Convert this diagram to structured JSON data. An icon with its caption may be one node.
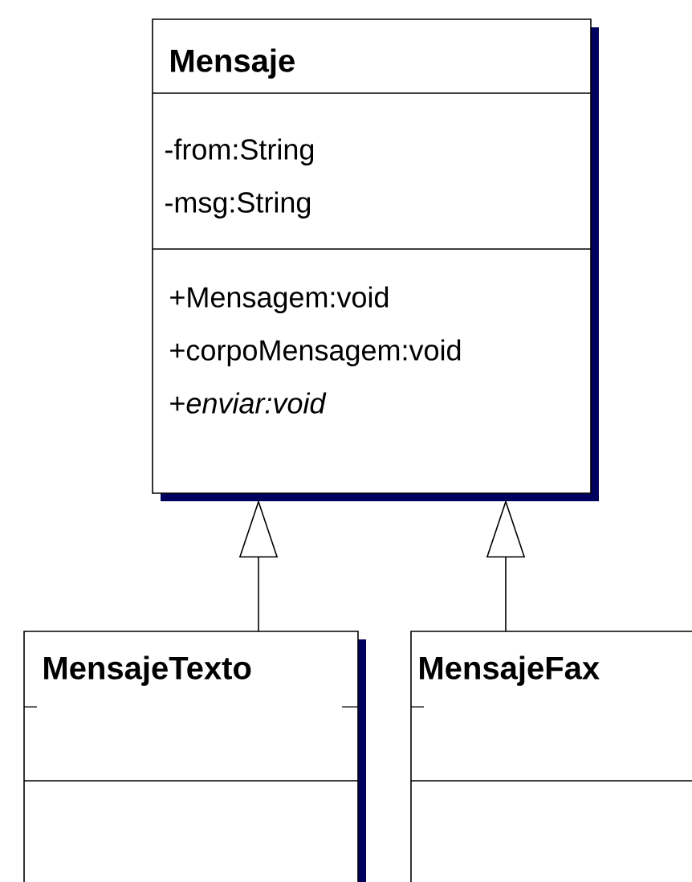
{
  "diagram": {
    "nodes": [
      {
        "text": [
          "Mensaje",
          "-from:String -msg:String",
          "+Mensagem:void +corpoMensagem:void +*enviar:void*"
        ]
      },
      {
        "text": [
          "MensajeTexto"
        ]
      },
      {
        "text": [
          "MensajeFax"
        ]
      }
    ],
    "edges": [
      {
        "from": 1,
        "to": 0,
        "arrow": "to"
      },
      {
        "from": 2,
        "to": 0,
        "arrow": "to"
      }
    ]
  }
}
